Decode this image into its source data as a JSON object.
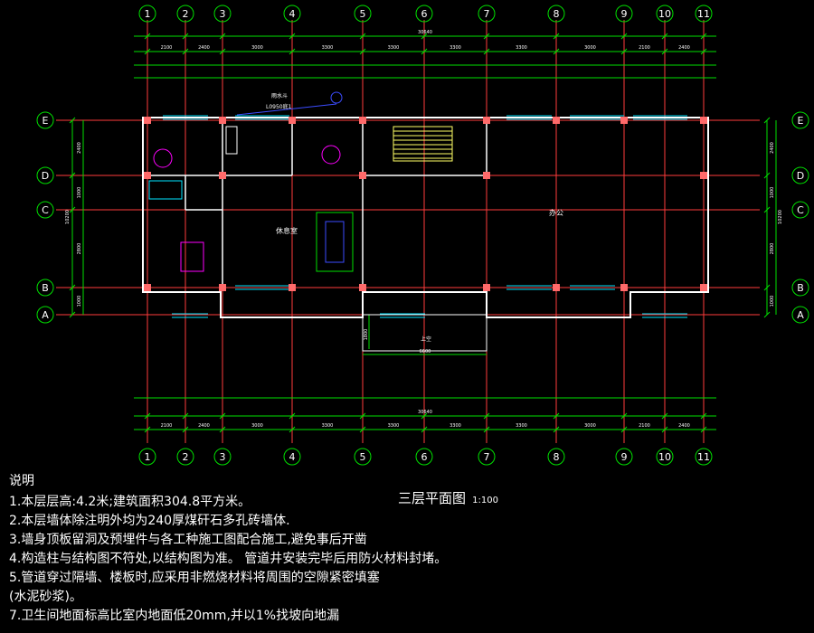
{
  "colors": {
    "background": "#000000",
    "grid_line": "#ff3b3b",
    "axis_bubble": "#00e000",
    "dimension": "#00e000",
    "wall": "#ffffff",
    "window": "#00e5ff",
    "column": "#ff6a6a",
    "furniture": "#ff00ff",
    "stair": "#ffff66",
    "annotation_blue": "#3b4cff",
    "text": "#ffffff"
  },
  "axes": {
    "vertical": [
      "1",
      "2",
      "3",
      "4",
      "5",
      "6",
      "7",
      "8",
      "9",
      "10",
      "11"
    ],
    "horizontal": [
      "E",
      "D",
      "C",
      "B",
      "A"
    ]
  },
  "dimensions": {
    "top_total": "30640",
    "bottom_total": "30640",
    "top_axis_spans": [
      "2100",
      "2400",
      "3000",
      "3300",
      "3300",
      "3300",
      "3300",
      "3000",
      "2100",
      "2400"
    ],
    "bottom_axis_spans": [
      "2100",
      "2400",
      "3000",
      "3300",
      "3300",
      "3300",
      "3300",
      "3000",
      "2100",
      "2400"
    ],
    "side_total": "10200",
    "side_spans": [
      "2400",
      "1000",
      "2800",
      "1000"
    ],
    "porch_width": "6600",
    "porch_depth": "1800"
  },
  "room_labels": {
    "office": "办公",
    "lounge": "休息室",
    "porch_note": "上空"
  },
  "plan_annotations": {
    "leader_label_1": "雨水斗",
    "leader_label_2": "L0950底1"
  },
  "notes": {
    "title": "说明",
    "items": [
      "1.本层层高:4.2米;建筑面积304.8平方米。",
      "2.本层墙体除注明外均为240厚煤矸石多孔砖墙体.",
      "3.墙身顶板留洞及预埋件与各工种施工图配合施工,避免事后开凿",
      "4.构造柱与结构图不符处,以结构图为准。      管道井安装完毕后用防火材料封堵。",
      "5.管道穿过隔墙、楼板时,应采用非燃烧材料将周围的空隙紧密填塞",
      "  (水泥砂浆)。",
      "7.卫生间地面标高比室内地面低20mm,并以1%找坡向地漏"
    ]
  },
  "drawing_title": {
    "name": "三层平面图",
    "scale": "1:100"
  }
}
